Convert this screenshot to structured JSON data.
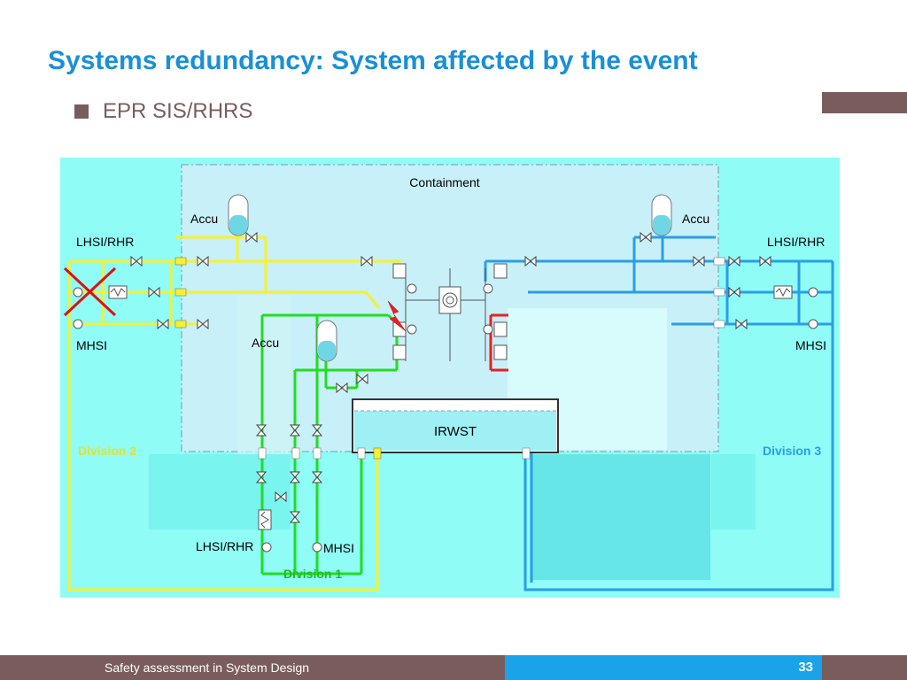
{
  "slide": {
    "title": "Systems redundancy: System affected by the event",
    "bullet": "EPR SIS/RHRS"
  },
  "diagram": {
    "containment_label": "Containment",
    "accu_left": "Accu",
    "accu_right": "Accu",
    "accu_center": "Accu",
    "lhsi_rhr_left": "LHSI/RHR",
    "lhsi_rhr_right": "LHSI/RHR",
    "lhsi_rhr_bottom": "LHSI/RHR",
    "mhsi_left": "MHSI",
    "mhsi_right": "MHSI",
    "mhsi_bottom": "MHSI",
    "irwst_label": "IRWST",
    "division_1": "Division 1",
    "division_2": "Division 2",
    "division_3": "Division 3",
    "colors": {
      "background": "#8ffcf6",
      "containment": "#c8f0f8",
      "division_1": "#22dd22",
      "division_2": "#f6f032",
      "division_3": "#2a9ee8",
      "division_4": "#e82020",
      "cross": "#dd1111"
    }
  },
  "footer": {
    "text": "Safety assessment in System Design",
    "page": "33"
  }
}
